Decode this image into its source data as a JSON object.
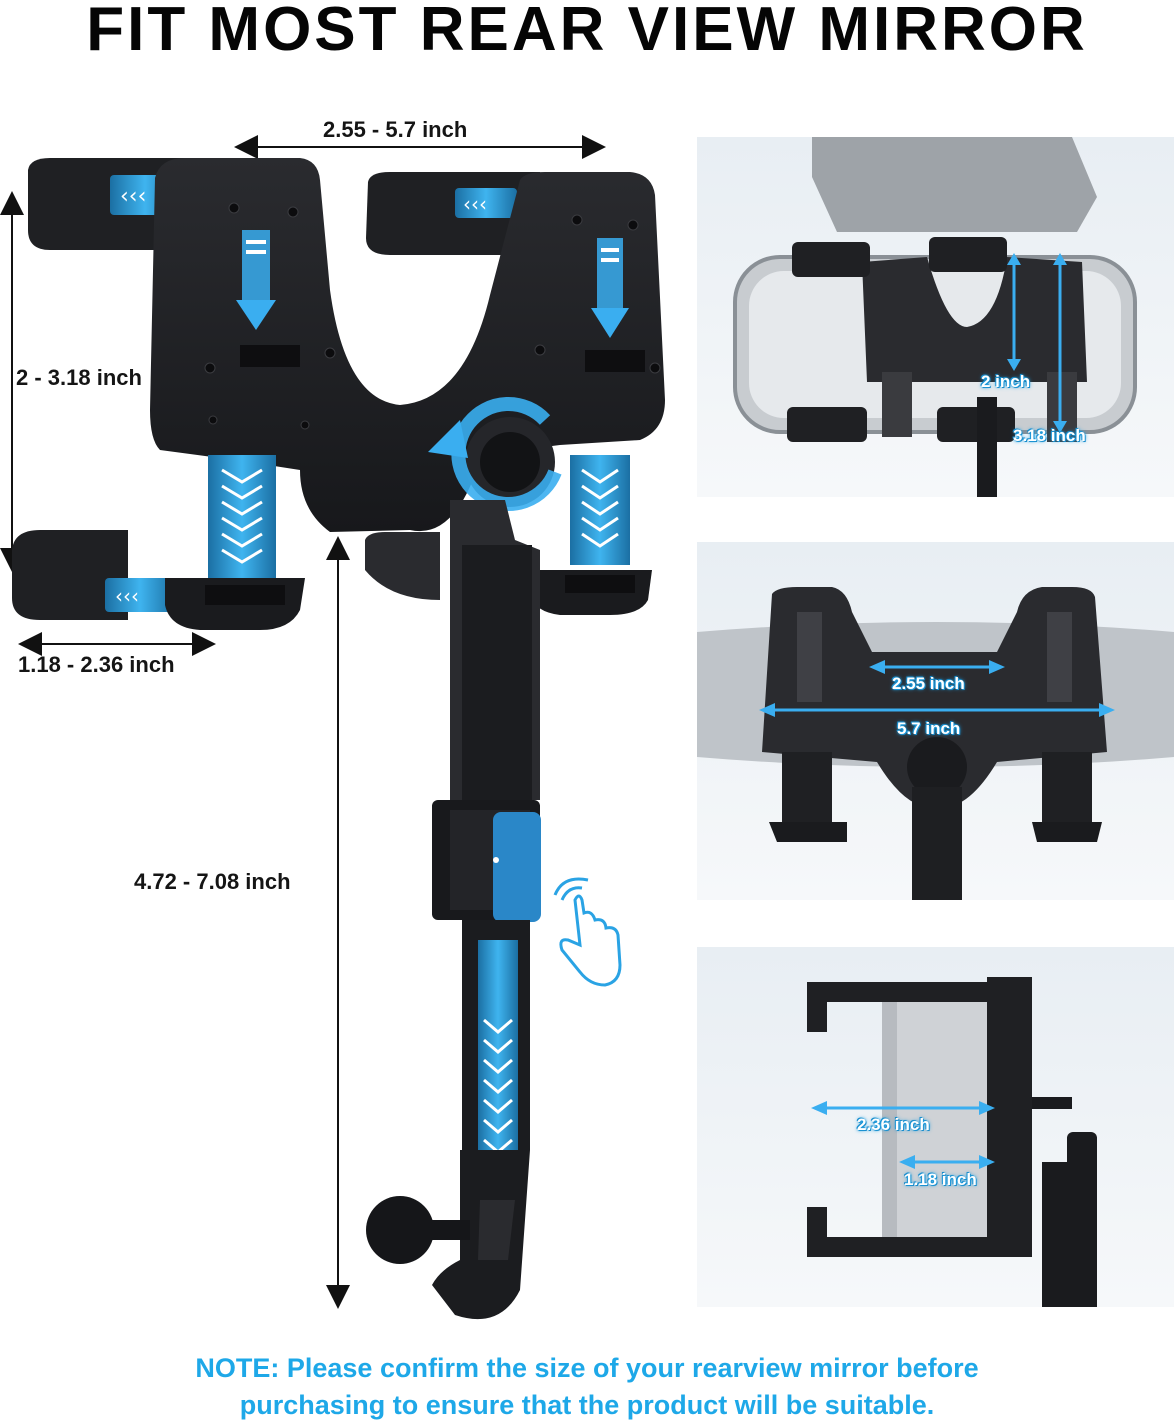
{
  "title": "FIT MOST REAR VIEW MIRROR",
  "main_dimensions": {
    "width_range": "2.55 - 5.7 inch",
    "height_range": "2 - 3.18 inch",
    "clip_depth": "1.18 - 2.36 inch",
    "arm_length": "4.72 - 7.08 inch"
  },
  "panels": {
    "mirror_height": {
      "min": "2 inch",
      "max": "3.18 inch"
    },
    "mirror_width": {
      "min": "2.55 inch",
      "max": "5.7 inch"
    },
    "mirror_depth": {
      "max": "2.36 inch",
      "min": "1.18 inch"
    }
  },
  "note": {
    "line1": "NOTE: Please confirm the size of your rearview mirror before",
    "line2": "purchasing to ensure that the product will be suitable."
  },
  "colors": {
    "accent": "#1ea8e8",
    "product": "#1e1f22",
    "text": "#050505"
  },
  "icons": [
    "arrow-down-icon",
    "rotate-arrow-icon",
    "tap-hand-icon",
    "chevron-icon"
  ]
}
